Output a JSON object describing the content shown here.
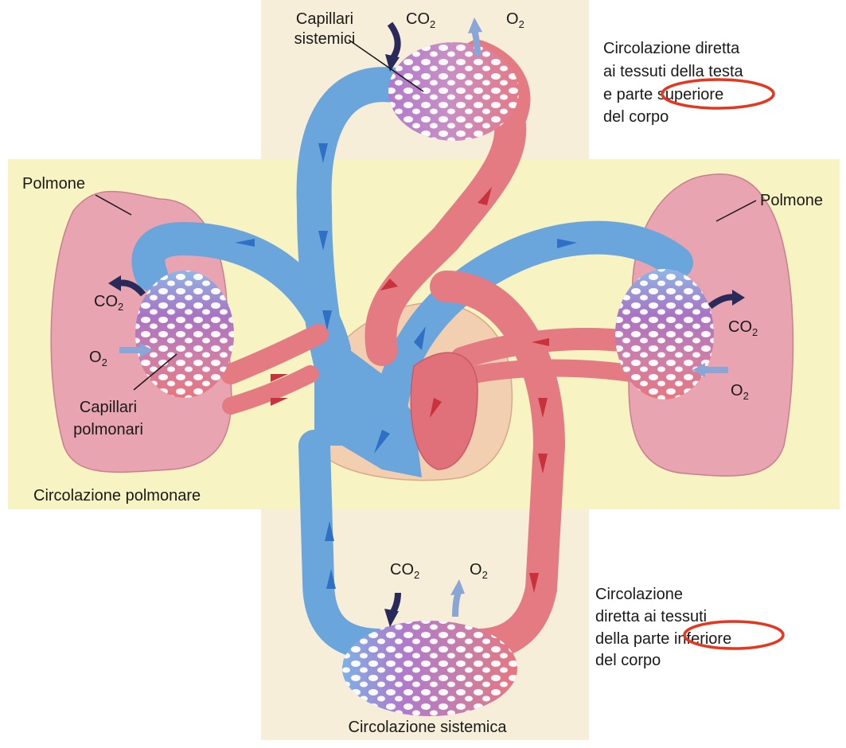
{
  "labels": {
    "top_capillaries": [
      "Capillari",
      "sistemici"
    ],
    "top_co2": "CO",
    "top_o2": "O",
    "top_note": [
      "Circolazione diretta",
      "ai tessuti della testa",
      "e parte superiore",
      "del corpo"
    ],
    "lung_left": "Polmone",
    "lung_right": "Polmone",
    "left_co2": "CO",
    "left_o2": "O",
    "right_co2": "CO",
    "right_o2": "O",
    "pulmonary_capillaries": [
      "Capillari",
      "polmonari"
    ],
    "pulmonary_circulation": "Circolazione polmonare",
    "bottom_co2": "CO",
    "bottom_o2": "O",
    "bottom_note": [
      "Circolazione",
      "diretta ai tessuti",
      "della parte inferiore",
      "del corpo"
    ],
    "systemic_circulation": "Circolazione sistemica",
    "subscript_2": "2"
  },
  "colors": {
    "background_cross": "#f6eed8",
    "background_band": "#f7f3c2",
    "lung": "#e8a4b0",
    "venous_blue": "#5e9ed8",
    "arterial_red": "#e0707a",
    "capillary_purple": "#b57bc0",
    "arrow_blue": "#2f6fc4",
    "arrow_red": "#c8323c",
    "gas_arrow_dark": "#2a2a5a",
    "gas_arrow_light": "#8aa6d6",
    "highlight_ellipse": "#e8361e"
  }
}
